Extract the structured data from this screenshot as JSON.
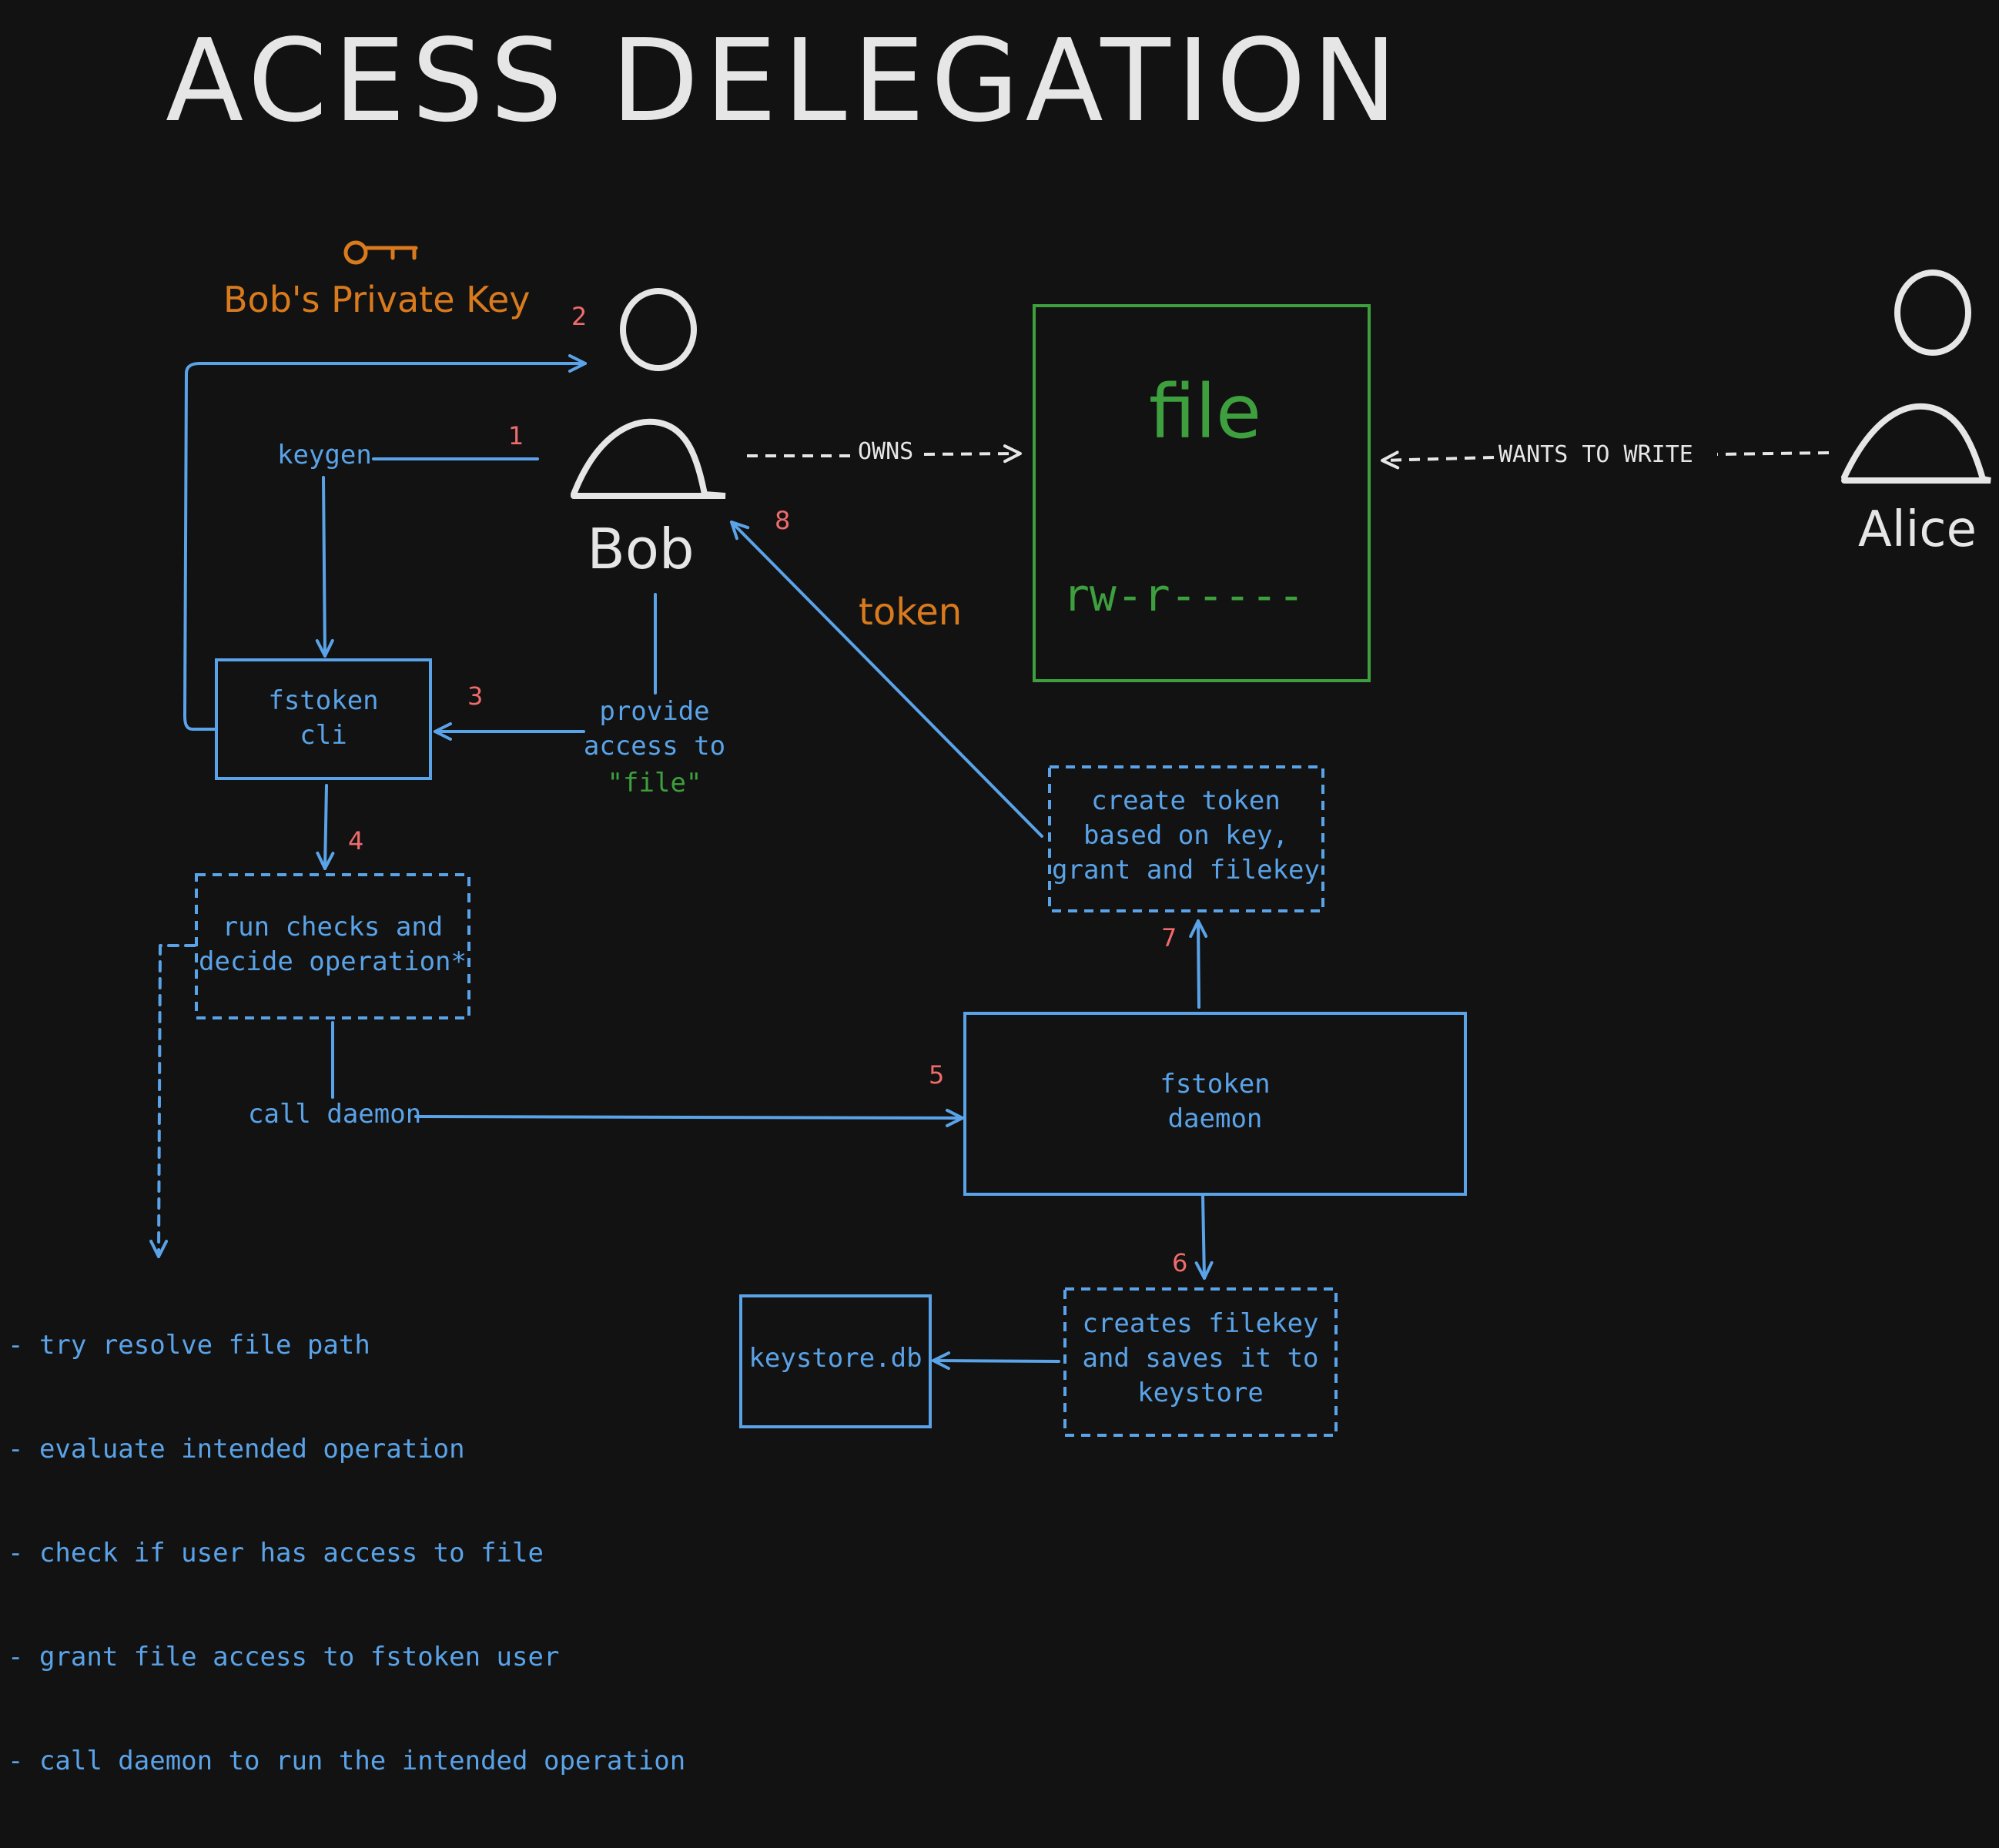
{
  "title": "ACESS DELEGATION",
  "actors": {
    "bob": "Bob",
    "alice": "Alice"
  },
  "key_label": "Bob's Private Key",
  "file_box": {
    "name": "file",
    "permissions": "rw-r-----"
  },
  "edges": {
    "owns": "OWNS",
    "wants_to_write": "WANTS TO WRITE",
    "token": "token",
    "keygen": "keygen",
    "call_daemon": "call daemon"
  },
  "provide_access": {
    "line1": "provide",
    "line2": "access to",
    "line3": "\"file\""
  },
  "boxes": {
    "fstoken_cli": "fstoken\ncli",
    "run_checks": "run checks and\ndecide operation*",
    "create_token": "create token\nbased on key,\ngrant and filekey",
    "fstoken_daemon": "fstoken\ndaemon",
    "creates_filekey": "creates filekey\nand saves it to\nkeystore",
    "keystore": "keystore.db"
  },
  "steps": [
    "1",
    "2",
    "3",
    "4",
    "5",
    "6",
    "7",
    "8"
  ],
  "notes": [
    "- try resolve file path",
    "- evaluate intended operation",
    "- check if user has access to file",
    "- grant file access to fstoken user",
    "- call daemon to run the intended operation"
  ],
  "colors": {
    "background": "#121212",
    "flow": "#5aa3e8",
    "actor": "#e6e6e6",
    "key": "#d97a1d",
    "file": "#3d9f3d",
    "step": "#f06b6b"
  }
}
